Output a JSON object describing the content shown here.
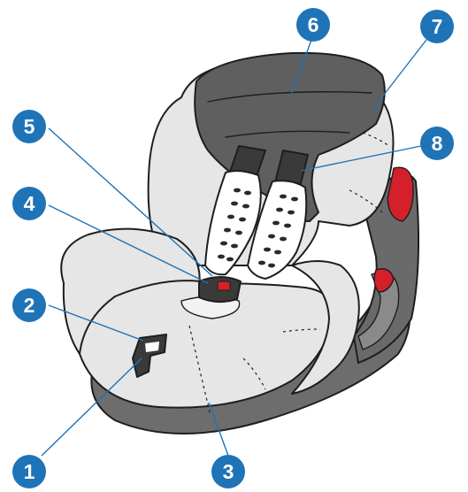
{
  "colors": {
    "callout": "#1f73b7",
    "fabric": "#e6e6e6",
    "shell": "#6a6a6a",
    "headrest": "#5f5f5f",
    "red": "#d4202a"
  },
  "callouts": [
    {
      "id": "1",
      "label": "1"
    },
    {
      "id": "2",
      "label": "2"
    },
    {
      "id": "3",
      "label": "3"
    },
    {
      "id": "4",
      "label": "4"
    },
    {
      "id": "5",
      "label": "5"
    },
    {
      "id": "6",
      "label": "6"
    },
    {
      "id": "7",
      "label": "7"
    },
    {
      "id": "8",
      "label": "8"
    }
  ]
}
